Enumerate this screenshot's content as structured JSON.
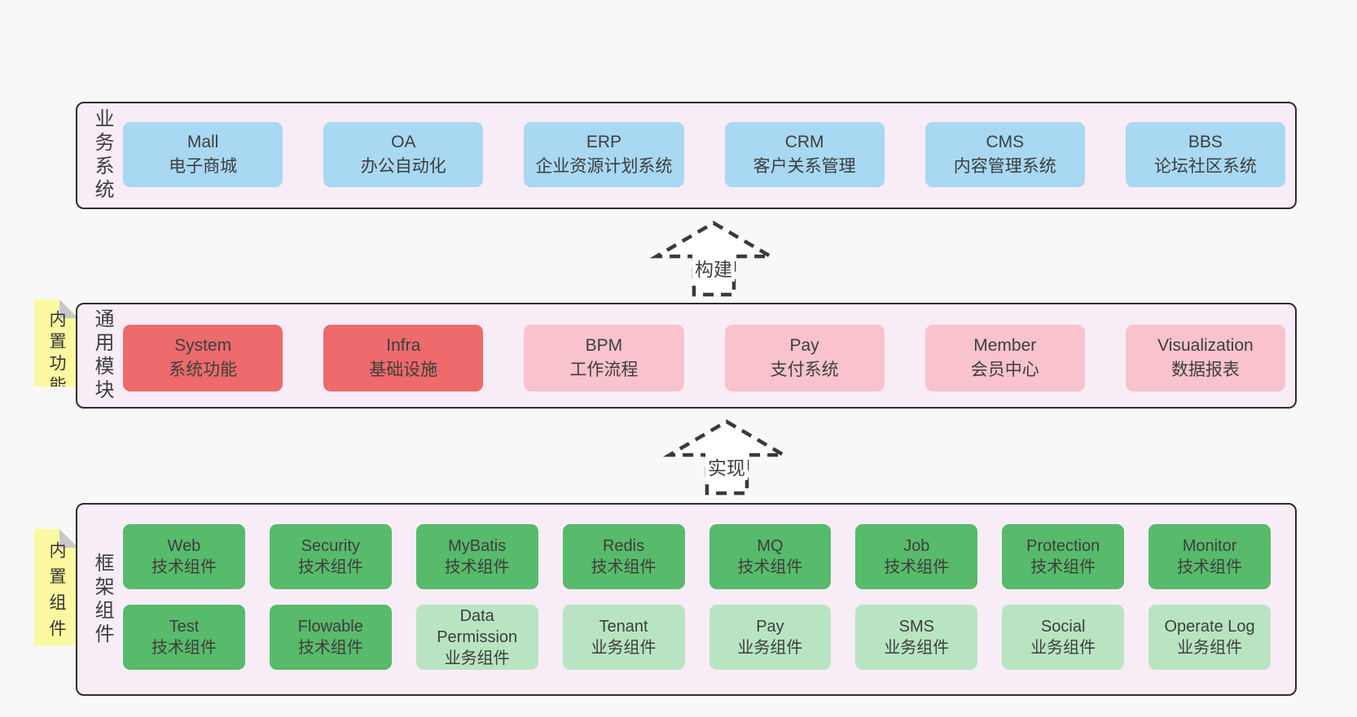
{
  "colors": {
    "page_bg": "#f8f8f8",
    "panel_bg": "#f8edf6",
    "panel_border": "#2e2e2e",
    "blue_box": "#a8d8f2",
    "red_box": "#ee6a6c",
    "pink_box": "#f9c3cd",
    "green_box": "#58ba6b",
    "light_green_box": "#b9e4c2",
    "sticky_bg": "#fbf9a0",
    "sticky_fold": "#c8c8c8",
    "text": "#3e3e3e",
    "arrow_stroke": "#3a3a3a"
  },
  "layers": [
    {
      "label": "业务系统",
      "boxes": [
        {
          "title": "Mall",
          "subtitle": "电子商城",
          "type": "blue"
        },
        {
          "title": "OA",
          "subtitle": "办公自动化",
          "type": "blue"
        },
        {
          "title": "ERP",
          "subtitle": "企业资源计划系统",
          "type": "blue"
        },
        {
          "title": "CRM",
          "subtitle": "客户关系管理",
          "type": "blue"
        },
        {
          "title": "CMS",
          "subtitle": "内容管理系统",
          "type": "blue"
        },
        {
          "title": "BBS",
          "subtitle": "论坛社区系统",
          "type": "blue"
        }
      ]
    },
    {
      "label": "通用模块",
      "sticky": "内置功能",
      "boxes": [
        {
          "title": "System",
          "subtitle": "系统功能",
          "type": "red"
        },
        {
          "title": "Infra",
          "subtitle": "基础设施",
          "type": "red"
        },
        {
          "title": "BPM",
          "subtitle": "工作流程",
          "type": "pink"
        },
        {
          "title": "Pay",
          "subtitle": "支付系统",
          "type": "pink"
        },
        {
          "title": "Member",
          "subtitle": "会员中心",
          "type": "pink"
        },
        {
          "title": "Visualization",
          "subtitle": "数据报表",
          "type": "pink"
        }
      ]
    },
    {
      "label": "框架组件",
      "sticky": "内置组件",
      "rows": [
        [
          {
            "title": "Web",
            "subtitle": "技术组件",
            "type": "green"
          },
          {
            "title": "Security",
            "subtitle": "技术组件",
            "type": "green"
          },
          {
            "title": "MyBatis",
            "subtitle": "技术组件",
            "type": "green"
          },
          {
            "title": "Redis",
            "subtitle": "技术组件",
            "type": "green"
          },
          {
            "title": "MQ",
            "subtitle": "技术组件",
            "type": "green"
          },
          {
            "title": "Job",
            "subtitle": "技术组件",
            "type": "green"
          },
          {
            "title": "Protection",
            "subtitle": "技术组件",
            "type": "green"
          },
          {
            "title": "Monitor",
            "subtitle": "技术组件",
            "type": "green"
          }
        ],
        [
          {
            "title": "Test",
            "subtitle": "技术组件",
            "type": "green"
          },
          {
            "title": "Flowable",
            "subtitle": "技术组件",
            "type": "green"
          },
          {
            "title": "Data Permission",
            "subtitle": "业务组件",
            "type": "lightgreen"
          },
          {
            "title": "Tenant",
            "subtitle": "业务组件",
            "type": "lightgreen"
          },
          {
            "title": "Pay",
            "subtitle": "业务组件",
            "type": "lightgreen"
          },
          {
            "title": "SMS",
            "subtitle": "业务组件",
            "type": "lightgreen"
          },
          {
            "title": "Social",
            "subtitle": "业务组件",
            "type": "lightgreen"
          },
          {
            "title": "Operate Log",
            "subtitle": "业务组件",
            "type": "lightgreen"
          }
        ]
      ]
    }
  ],
  "arrows": [
    {
      "label": "构建"
    },
    {
      "label": "实现"
    }
  ]
}
